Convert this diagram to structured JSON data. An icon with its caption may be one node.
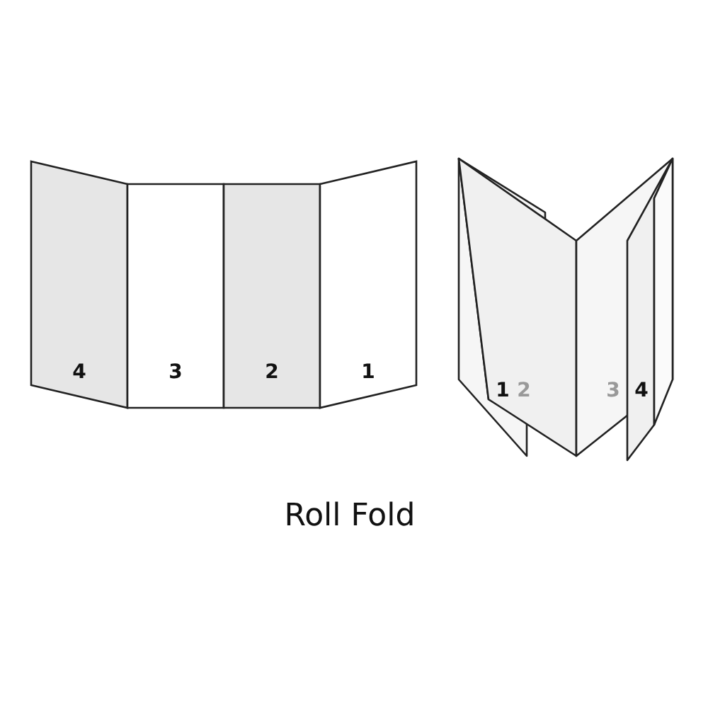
{
  "diagram": {
    "title": "Roll Fold",
    "nodes": [
      {
        "text": [
          "4"
        ]
      },
      {
        "text": [
          "3"
        ]
      },
      {
        "text": [
          "2"
        ]
      },
      {
        "text": [
          "1"
        ]
      }
    ],
    "labels": [
      "1",
      "2",
      "3",
      "4"
    ]
  }
}
